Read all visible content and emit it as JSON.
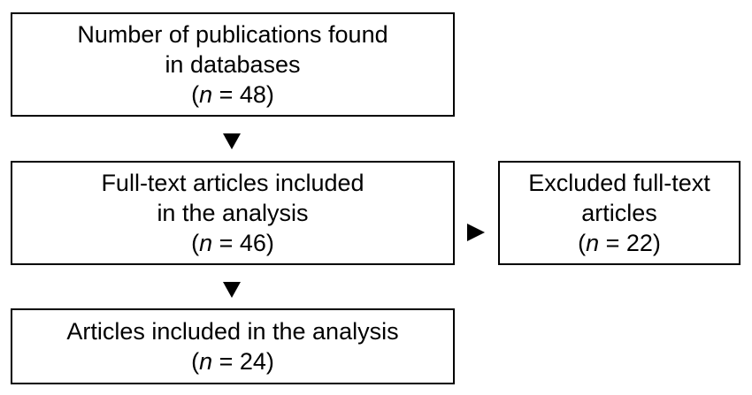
{
  "boxes": {
    "found": {
      "lines": [
        "Number of publications found",
        "in databases"
      ],
      "count_label": "n",
      "count_value": "48"
    },
    "fulltext": {
      "lines": [
        "Full-text articles included",
        "in the analysis"
      ],
      "count_label": "n",
      "count_value": "46"
    },
    "excluded": {
      "lines": [
        "Excluded full-text",
        "articles"
      ],
      "count_label": "n",
      "count_value": "22"
    },
    "included": {
      "lines": [
        "Articles included in the analysis"
      ],
      "count_label": "n",
      "count_value": "24"
    }
  },
  "colors": {
    "border": "#000000",
    "arrow": "#000000",
    "background": "#ffffff"
  }
}
